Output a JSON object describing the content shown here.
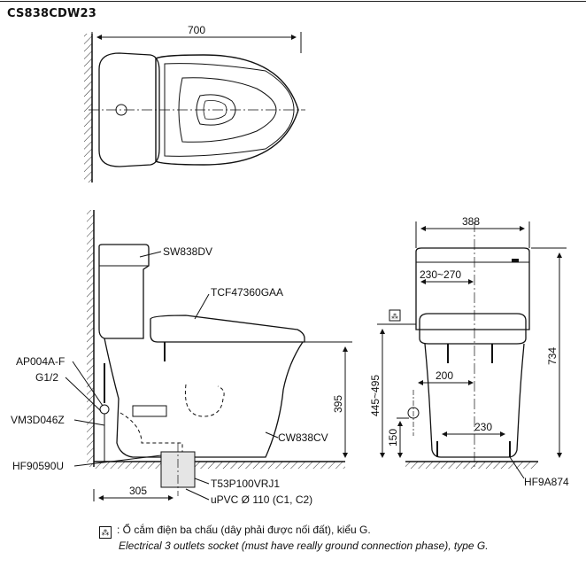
{
  "title": "CS838CDW23",
  "top_view": {
    "width_dim": "700"
  },
  "side_view": {
    "labels": {
      "tank_lid": "SW838DV",
      "seat": "TCF47360GAA",
      "angle_valve": "AP004A-F",
      "thread": "G1/2",
      "hose": "VM3D046Z",
      "body": "CW838CV",
      "flange": "HF90590U",
      "adapter": "T53P100VRJ1",
      "pipe": "uPVC Ø 110 (C1, C2)"
    },
    "dims": {
      "rough_in": "305",
      "bowl_height": "395"
    }
  },
  "front_view": {
    "labels": {
      "fixing": "HF9A874"
    },
    "dims": {
      "width": "388",
      "range": "230~270",
      "offset": "200",
      "spacing": "230",
      "supply_height": "150",
      "socket_height": "445~495",
      "total_height": "734"
    }
  },
  "legend": {
    "socket_icon": "electric-socket-icon",
    "vi": ": Ổ cắm điện ba chấu (dây phải được nối đất), kiểu G.",
    "en": "Electrical 3 outlets socket (must have really ground connection phase), type G."
  }
}
